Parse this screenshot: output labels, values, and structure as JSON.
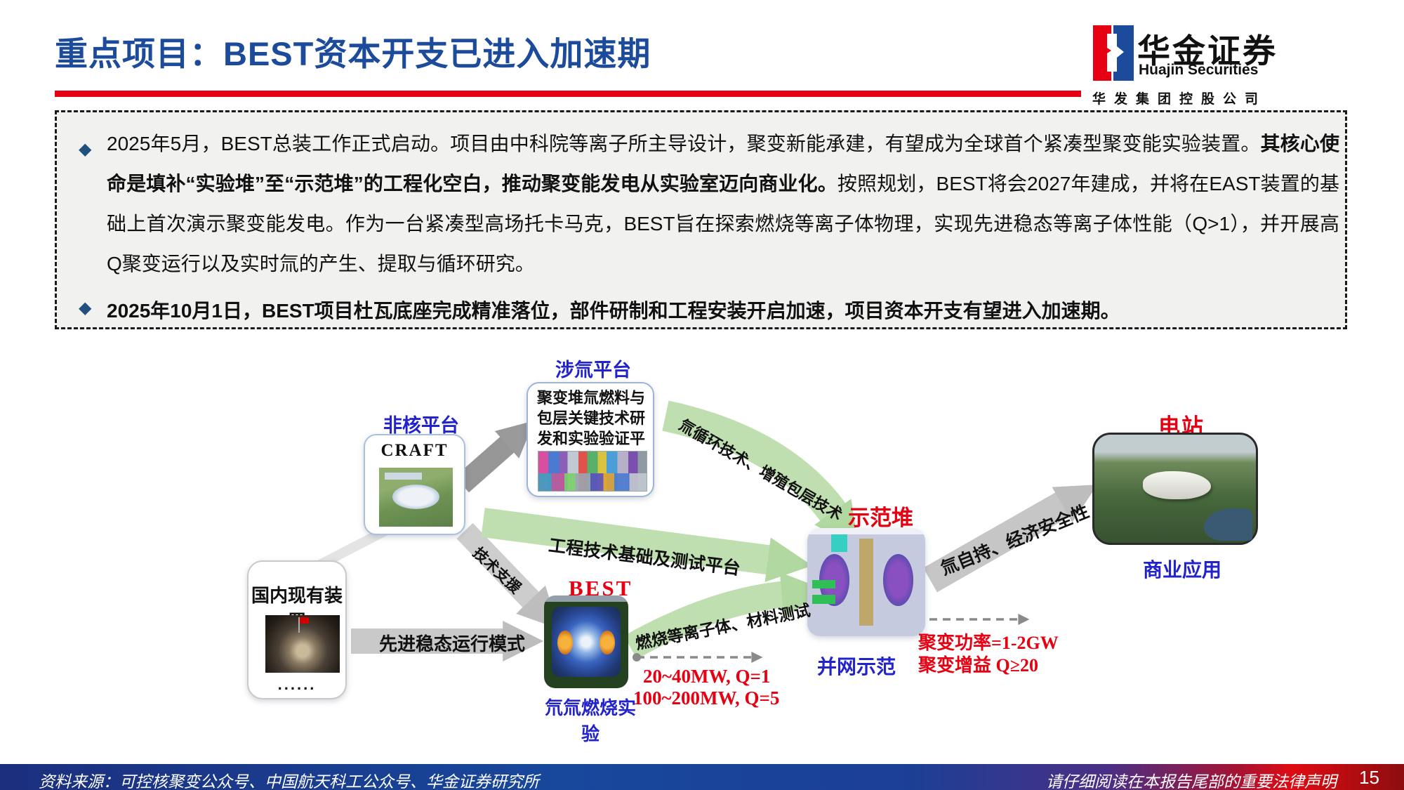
{
  "header": {
    "title": "重点项目：BEST资本开支已进入加速期",
    "logo": {
      "cn": "华金证券",
      "en": "Huajin Securities",
      "sub": "华发集团控股公司"
    }
  },
  "summary": {
    "bullet_glyph": "◆",
    "bullet1": {
      "part1": "2025年5月，BEST总装工作正式启动。项目由中科院等离子所主导设计，聚变新能承建，有望成为全球首个紧凑型聚变能实验装置。",
      "part2": "其核心使命是填补“实验堆”至“示范堆”的工程化空白，推动聚变能发电从实验室迈向商业化。",
      "part3": "按照规划，BEST将会2027年建成，并将在EAST装置的基础上首次演示聚变能发电。作为一台紧凑型高场托卡马克，BEST旨在探索燃烧等离子体物理，实现先进稳态等离子体性能（Q>1），并开展高Q聚变运行以及实时氚的产生、提取与循环研究。"
    },
    "bullet2": "2025年10月1日，BEST项目杜瓦底座完成精准落位，部件研制和工程安装开启加速，项目资本开支有望进入加速期。"
  },
  "diagram": {
    "tritium_platform_label": "涉氚平台",
    "tritium_box_text": "聚变堆氚燃料与包层关键技术研发和实验验证平台",
    "nonnuclear_label": "非核平台",
    "craft_label": "CRAFT",
    "domestic_label": "国内现有装置",
    "domestic_dots": "......",
    "best_label": "BEST",
    "best_sub": "氘氚燃烧实验",
    "demo_label": "示范堆",
    "demo_sub": "并网示范",
    "station_label": "电站",
    "station_sub": "商业应用",
    "arrow_eng_platform": "工程技术基础及测试平台",
    "arrow_tritium_tech": "氚循环技术、增殖包层技术",
    "arrow_tech_support": "技术支援",
    "arrow_steady_mode": "先进稳态运行模式",
    "arrow_burning": "燃烧等离子体、材料测试",
    "arrow_self_sustain": "氚自持、经济安全性",
    "best_metrics": [
      "20~40MW, Q=1",
      "100~200MW, Q=5"
    ],
    "demo_metrics": [
      "聚变功率=1-2GW",
      "聚变增益 Q≥20"
    ]
  },
  "footer": {
    "source": "资料来源：可控核聚变公众号、中国航天科工公众号、华金证券研究所",
    "disclaimer": "请仔细阅读在本报告尾部的重要法律声明",
    "page": "15"
  },
  "colors": {
    "title_blue": "#1c4b9c",
    "accent_red": "#e60012",
    "label_blue": "#2323cc",
    "label_red": "#e60012",
    "arrow_green": "#bfdfb0",
    "arrow_gray": "#c6c6c6",
    "footer_blue": "#17489c",
    "footer_red": "#e00b12"
  }
}
